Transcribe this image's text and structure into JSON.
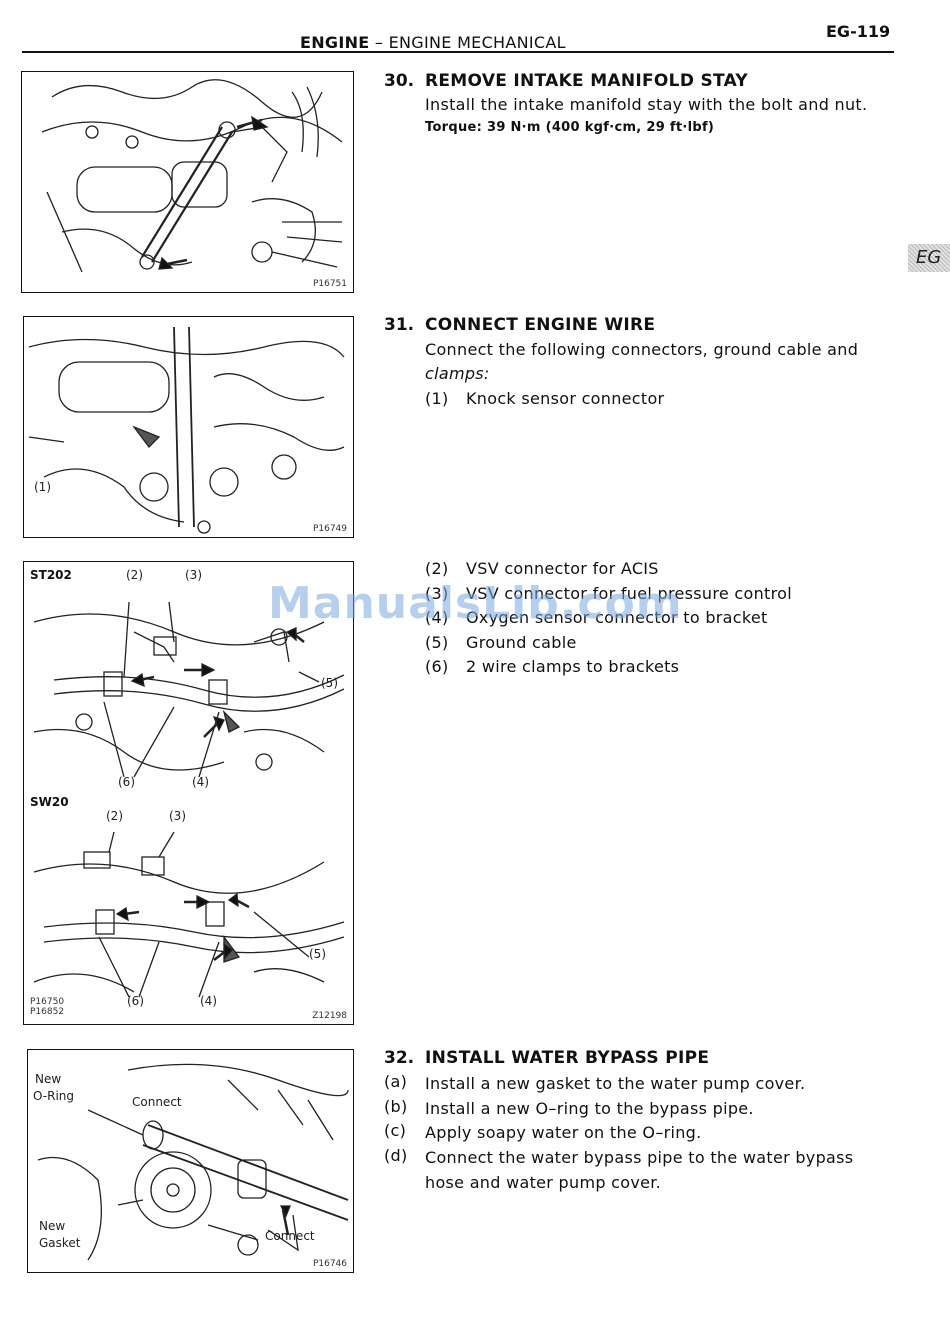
{
  "header": {
    "section": "ENGINE",
    "dash": " – ",
    "subsection": "ENGINE MECHANICAL",
    "page_number": "EG-119",
    "side_tab": "EG"
  },
  "figures": [
    {
      "code": "P16751"
    },
    {
      "code": "P16749",
      "callouts": [
        "(1)"
      ]
    },
    {
      "variant_top": "ST202",
      "variant_bottom": "SW20",
      "top_callouts": [
        "(2)",
        "(3)",
        "(5)",
        "(6)",
        "(4)"
      ],
      "bottom_callouts": [
        "(2)",
        "(3)",
        "(5)",
        "(6)",
        "(4)"
      ],
      "codes": [
        "P16750",
        "P16852",
        "Z12198"
      ]
    },
    {
      "labels": [
        "New",
        "O-Ring",
        "Connect",
        "New",
        "Gasket",
        "Connect"
      ],
      "code": "P16746"
    }
  ],
  "steps": {
    "s30": {
      "number": "30.",
      "title": "REMOVE INTAKE MANIFOLD STAY",
      "body": "Install the intake manifold stay with the bolt and nut.",
      "torque": "Torque: 39 N·m (400 kgf·cm, 29 ft·lbf)"
    },
    "s31": {
      "number": "31.",
      "title": "CONNECT ENGINE WIRE",
      "body_line1": "Connect the following connectors, ground cable and",
      "body_line2": "clamps:",
      "items": [
        {
          "label": "(1)",
          "text": "Knock sensor connector"
        },
        {
          "label": "(2)",
          "text": "VSV connector for ACIS"
        },
        {
          "label": "(3)",
          "text": "VSV connector for fuel pressure control"
        },
        {
          "label": "(4)",
          "text": "Oxygen sensor connector to bracket"
        },
        {
          "label": "(5)",
          "text": "Ground cable"
        },
        {
          "label": "(6)",
          "text": "2 wire clamps to brackets"
        }
      ]
    },
    "s32": {
      "number": "32.",
      "title": "INSTALL WATER BYPASS PIPE",
      "items": [
        {
          "label": "(a)",
          "text": "Install a new gasket to the water pump cover."
        },
        {
          "label": "(b)",
          "text": "Install a new O–ring to the bypass pipe."
        },
        {
          "label": "(c)",
          "text": "Apply soapy water on the O–ring."
        },
        {
          "label": "(d)",
          "text": "Connect the water bypass pipe to the water bypass hose and water pump cover."
        }
      ]
    }
  },
  "watermark": "ManualsLib.com"
}
